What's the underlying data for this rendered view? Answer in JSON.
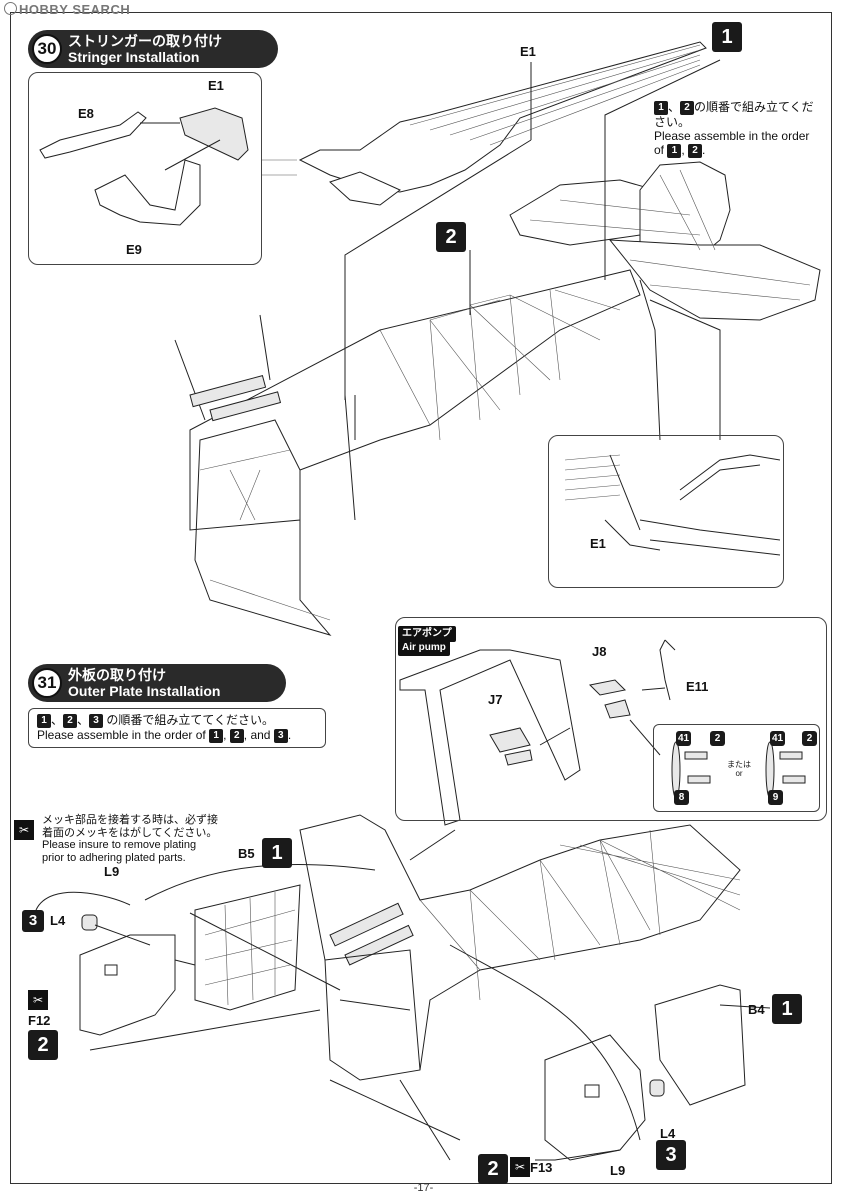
{
  "watermark": {
    "text": "HOBBY SEARCH"
  },
  "step30": {
    "number": "30",
    "title_jp": "ストリンガーの取り付け",
    "title_en": "Stringer Installation",
    "inset_labels": {
      "e1": "E1",
      "e8": "E8",
      "e9": "E9"
    },
    "main_label_e1": "E1",
    "seq1": "1",
    "seq2": "2",
    "order_note_jp_a": "1",
    "order_note_jp_b": "2",
    "order_note_jp_text": "、",
    "order_note_jp_tail": "の順番で組み立てください。",
    "order_note_en": "Please assemble in the order of",
    "order_note_en_a": "1",
    "order_note_en_b": "2",
    "detail_label_e1": "E1"
  },
  "step31": {
    "number": "31",
    "title_jp": "外板の取り付け",
    "title_en": "Outer Plate Installation",
    "order_jp_tail": "の順番で組み立ててください。",
    "order_en": "Please assemble in the order of",
    "order_and": "and",
    "n1": "1",
    "n2": "2",
    "n3": "3",
    "air_pump": {
      "tag_jp": "エアポンプ",
      "tag_en": "Air pump",
      "j8": "J8",
      "j7": "J7",
      "e11": "E11",
      "opt_41a": "41",
      "opt_2a": "2",
      "opt_8": "8",
      "or_jp": "または",
      "or_en": "or",
      "opt_41b": "41",
      "opt_2b": "2",
      "opt_9": "9"
    },
    "plating_note": {
      "jp_line1": "メッキ部品を接着する時は、必ず接",
      "jp_line2": "着面のメッキをはがしてください。",
      "en_line1": "Please insure to remove plating",
      "en_line2": "prior to adhering plated parts."
    },
    "labels": {
      "b5": "B5",
      "l9_top": "L9",
      "l4_left": "L4",
      "f12": "F12",
      "b4": "B4",
      "l4_right": "L4",
      "l9_bottom": "L9",
      "f13": "F13"
    }
  },
  "page_number": "-17-"
}
